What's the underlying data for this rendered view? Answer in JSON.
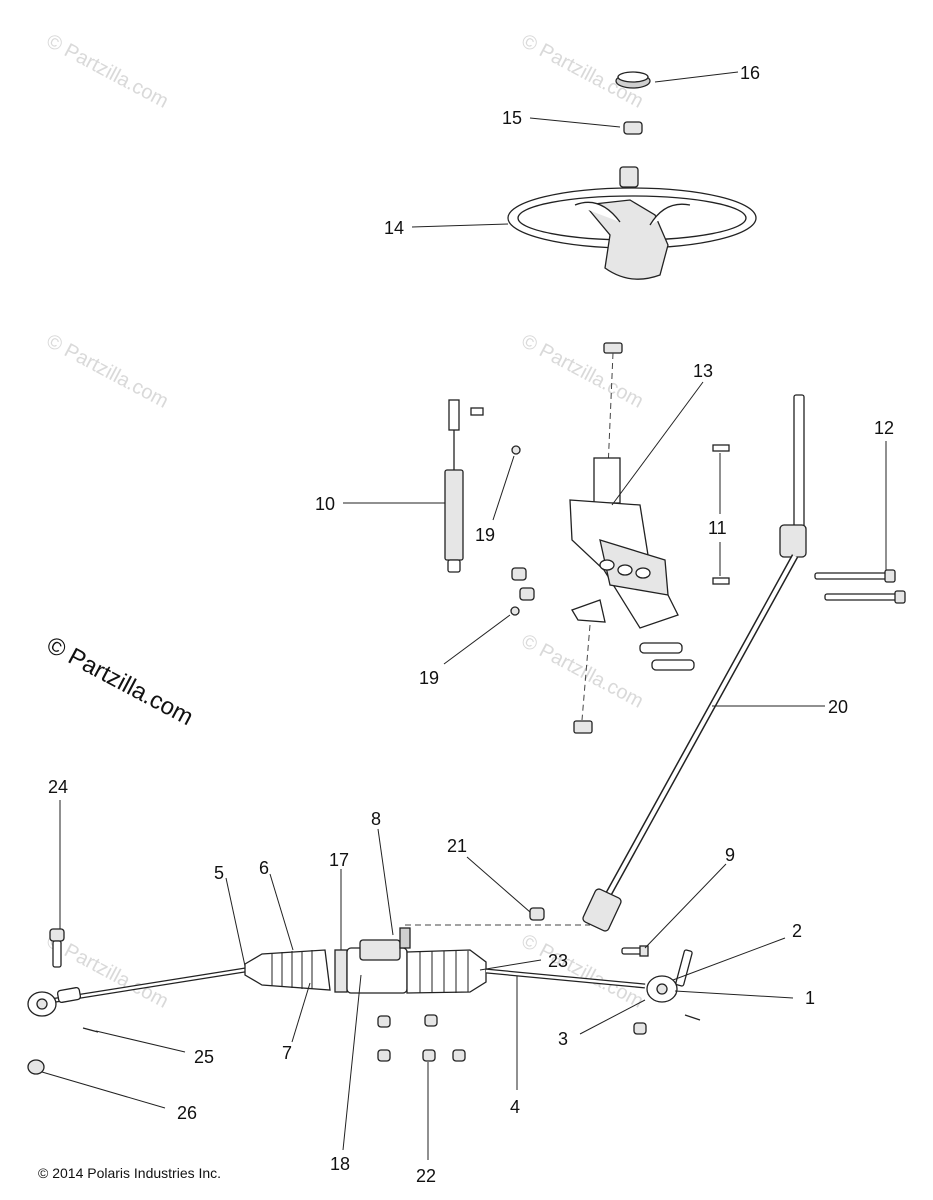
{
  "callouts": {
    "c1": "1",
    "c2": "2",
    "c3": "3",
    "c4": "4",
    "c5": "5",
    "c6": "6",
    "c7": "7",
    "c8": "8",
    "c9": "9",
    "c10": "10",
    "c11": "11",
    "c12": "12",
    "c13": "13",
    "c14": "14",
    "c15": "15",
    "c16": "16",
    "c17": "17",
    "c18": "18",
    "c19a": "19",
    "c19b": "19",
    "c20": "20",
    "c21": "21",
    "c22": "22",
    "c23": "23",
    "c24": "24",
    "c25": "25",
    "c26": "26"
  },
  "watermark": {
    "text": "© Partzilla.com",
    "main_text": "© Partzilla.com"
  },
  "footer": {
    "copyright": "© 2014 Polaris Industries Inc."
  }
}
